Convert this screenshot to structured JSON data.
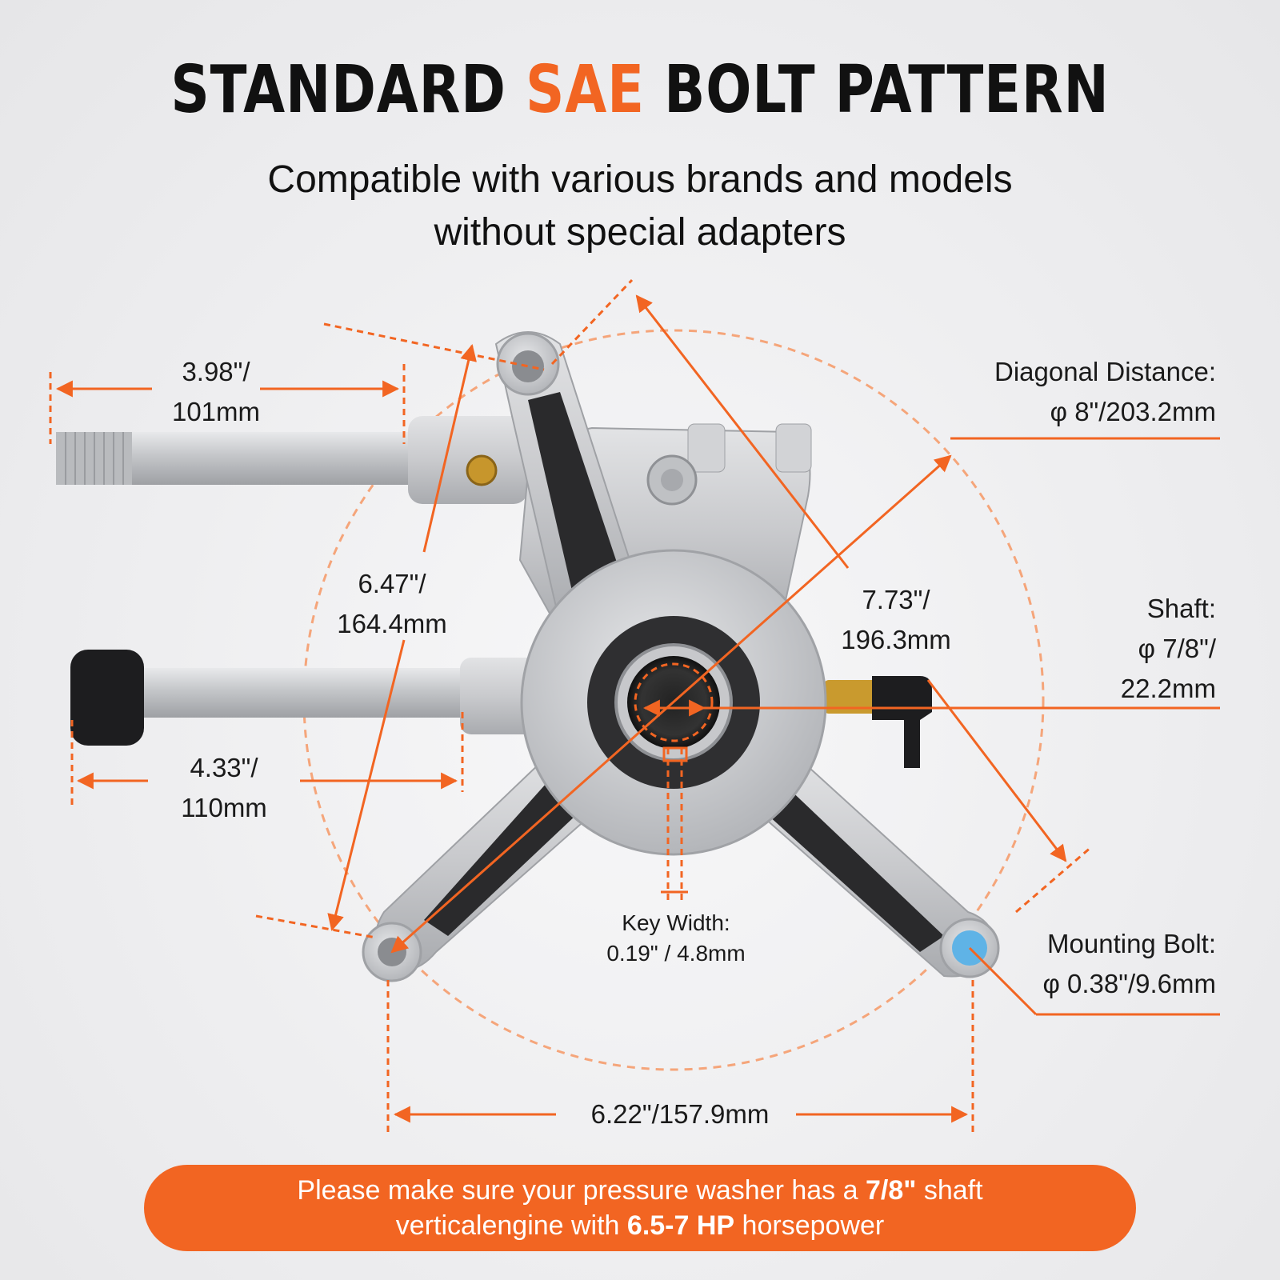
{
  "title": {
    "part1": "STANDARD",
    "accent": "SAE",
    "part2": "BOLT PATTERN"
  },
  "subtitle": {
    "line1": "Compatible with various brands and models",
    "line2": "without special adapters"
  },
  "colors": {
    "accent": "#f26522",
    "text": "#111111",
    "background": "#ededef"
  },
  "dimensions": {
    "outlet": {
      "line1": "3.98\"/",
      "line2": "101mm"
    },
    "inlet": {
      "line1": "4.33\"/",
      "line2": "110mm"
    },
    "vertical_span": {
      "line1": "6.47\"/",
      "line2": "164.4mm"
    },
    "diagonal_span": {
      "line1": "7.73\"/",
      "line2": "196.3mm"
    },
    "bottom_span": "6.22\"/157.9mm",
    "diagonal_distance": {
      "line1": "Diagonal Distance:",
      "line2": "φ 8\"/203.2mm"
    },
    "shaft": {
      "line1": "Shaft:",
      "line2": "φ 7/8\"/",
      "line3": "22.2mm"
    },
    "key_width": {
      "line1": "Key Width:",
      "line2": "0.19\" / 4.8mm"
    },
    "mounting_bolt": {
      "line1": "Mounting Bolt:",
      "line2": "φ 0.38\"/9.6mm"
    }
  },
  "banner": {
    "p1": "Please make sure your pressure washer has a ",
    "b1": "7/8\"",
    "p2": " shaft",
    "p3": "verticalengine with ",
    "b2": "6.5-7 HP",
    "p4": " horsepower"
  }
}
